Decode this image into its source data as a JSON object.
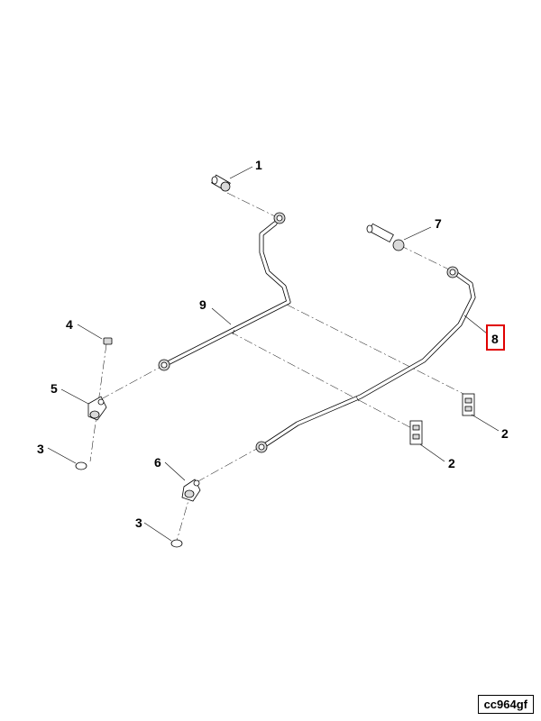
{
  "drawing": {
    "code": "cc964gf",
    "callouts": {
      "c1": "1",
      "c7": "7",
      "c9": "9",
      "c8": "8",
      "c4": "4",
      "c5": "5",
      "c3a": "3",
      "c2a": "2",
      "c6": "6",
      "c2b": "2",
      "c3b": "3"
    },
    "highlighted_callout": "8",
    "highlight_color": "#e00000"
  }
}
